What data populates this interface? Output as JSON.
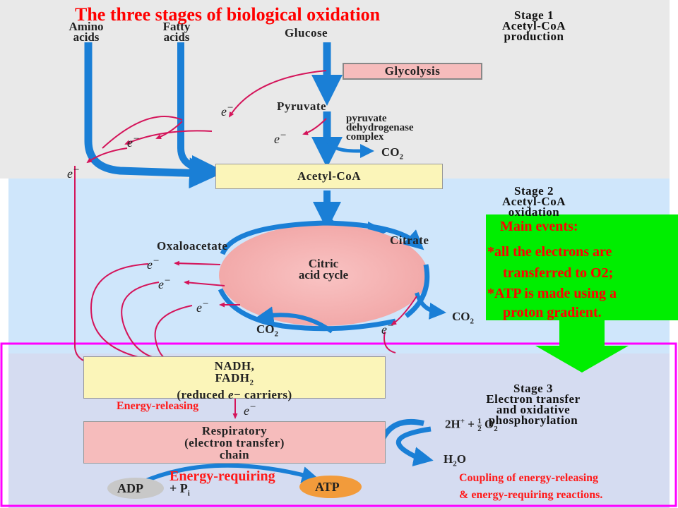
{
  "title": "The three stages of biological oxidation",
  "stages": {
    "stage1": [
      "Stage 1",
      "Acetyl-CoA",
      "production"
    ],
    "stage2": [
      "Stage 2",
      "Acetyl-CoA",
      "oxidation"
    ],
    "stage3": [
      "Stage 3",
      "Electron transfer",
      "and oxidative",
      "phosphorylation"
    ]
  },
  "sources": {
    "amino": [
      "Amino",
      "acids"
    ],
    "fatty": [
      "Fatty",
      "acids"
    ],
    "glucose": "Glucose"
  },
  "steps": {
    "glycolysis": "Glycolysis",
    "pyruvate": "Pyruvate",
    "pdh": [
      "pyruvate",
      "dehydrogenase",
      "complex"
    ],
    "co2": "CO",
    "co2_sub": "2",
    "acetyl_coa": "Acetyl-CoA",
    "oxaloacetate": "Oxaloacetate",
    "citrate": "Citrate",
    "cycle": [
      "Citric",
      "acid cycle"
    ],
    "nadh": [
      "NADH,",
      "FADH",
      "(reduced ",
      " carriers)"
    ],
    "nadh_sub": "2",
    "respiratory": [
      "Respiratory",
      "(electron transfer)",
      "chain"
    ],
    "adp": "ADP",
    "pi": "+ P",
    "pi_sub": "i",
    "atp": "ATP",
    "h2o": "H",
    "h2o_tail": "O",
    "h2o_sub": "2",
    "hplus": "2H",
    "hplus_sup": "+",
    "plus": "+",
    "half_num": "1",
    "half_den": "2",
    "o2": "O",
    "o2_sub": "2",
    "electron": "e",
    "electron_sup": "−"
  },
  "annotations": {
    "main_events_title": "Main events:",
    "main_events": [
      "*all the electrons are",
      "transferred to O2;",
      "*ATP is made using a",
      "proton gradient."
    ],
    "energy_releasing": "Energy-releasing",
    "energy_requiring": "Energy-requiring",
    "coupling": [
      "Coupling of energy-releasing",
      "& energy-requiring reactions."
    ]
  },
  "colors": {
    "stage1_bg": "#e9e9e9",
    "stage2_bg": "#cfe6fb",
    "stage3_bg": "#d5dcf1",
    "flow_arrow": "#1a7fd6",
    "electron_arrow": "#d4145a",
    "title_red": "#ff0000",
    "events_green": "#00ee00",
    "frame_magenta": "#ff00ff"
  }
}
